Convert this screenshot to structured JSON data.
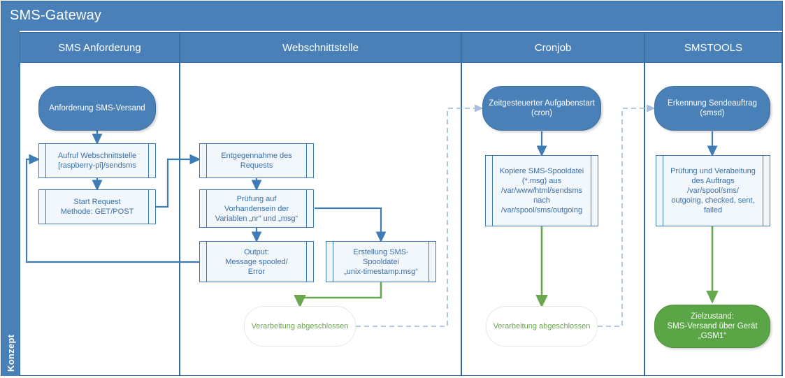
{
  "diagram": {
    "title": "SMS-Gateway",
    "side_label": "Konzept",
    "colors": {
      "blue": "#4a80b8",
      "blue_border": "#2e6ca4",
      "green": "#5aa545",
      "green_text": "#6aa84f",
      "process_fill": "#f2f7fc",
      "process_text": "#3a6ea8",
      "dashed": "#a8c0da"
    },
    "lanes": [
      {
        "id": "lane-sms-anforderung",
        "label": "SMS Anforderung"
      },
      {
        "id": "lane-webschnittstelle",
        "label": "Webschnittstelle"
      },
      {
        "id": "lane-cronjob",
        "label": "Cronjob"
      },
      {
        "id": "lane-smstools",
        "label": "SMSTOOLS"
      }
    ],
    "nodes": {
      "n1": {
        "label": "Anforderung SMS-Versand",
        "shape": "terminator",
        "lane": "SMS Anforderung"
      },
      "n2": {
        "line1": "Aufruf Webschnittstelle",
        "line2": "[raspberry-pi]/sendsms",
        "shape": "process",
        "lane": "SMS Anforderung"
      },
      "n3": {
        "line1": "Start Request",
        "line2": "Methode: GET/POST",
        "shape": "process",
        "lane": "SMS Anforderung"
      },
      "n4": {
        "line1": "Entgegennahme des",
        "line2": "Requests",
        "shape": "process",
        "lane": "Webschnittstelle"
      },
      "n5": {
        "line1": "Prüfung auf",
        "line2": "Vorhandensein der",
        "line3": "Variablen „nr“ und „msg“",
        "shape": "process",
        "lane": "Webschnittstelle"
      },
      "n6": {
        "line1": "Output:",
        "line2": "Message spooled/",
        "line3": "Error",
        "shape": "process",
        "lane": "Webschnittstelle"
      },
      "n7": {
        "line1": "Erstellung SMS-Spooldatei",
        "line2": "„unix-timestamp.msg“",
        "shape": "process",
        "lane": "Webschnittstelle"
      },
      "n8": {
        "label": "Verarbeitung abgeschlossen",
        "shape": "terminator-ghost",
        "lane": "Webschnittstelle"
      },
      "n9": {
        "line1": "Zeitgesteuerter Aufgabenstart",
        "line2": "(cron)",
        "shape": "terminator",
        "lane": "Cronjob"
      },
      "n10": {
        "line1": "Kopiere SMS-Spooldatei",
        "line2": "(*.msg) aus",
        "line3": "/var/www/html/sendsms",
        "line4": "nach",
        "line5": "/var/spool/sms/outgoing",
        "shape": "process",
        "lane": "Cronjob"
      },
      "n11": {
        "label": "Verarbeitung abgeschlossen",
        "shape": "terminator-ghost",
        "lane": "Cronjob"
      },
      "n12": {
        "line1": "Erkennung Sendeauftrag",
        "line2": "(smsd)",
        "shape": "terminator",
        "lane": "SMSTOOLS"
      },
      "n13": {
        "line1": "Prüfung und Verabeitung",
        "line2": "des Auftrags",
        "line3": "/var/spool/sms/",
        "line4": "outgoing, checked, sent,",
        "line5": "failed",
        "shape": "process",
        "lane": "SMSTOOLS"
      },
      "n14": {
        "line1": "Zielzustand:",
        "line2": "SMS-Versand über Gerät",
        "line3": "„GSM1“",
        "shape": "terminator-green",
        "lane": "SMSTOOLS"
      }
    }
  }
}
